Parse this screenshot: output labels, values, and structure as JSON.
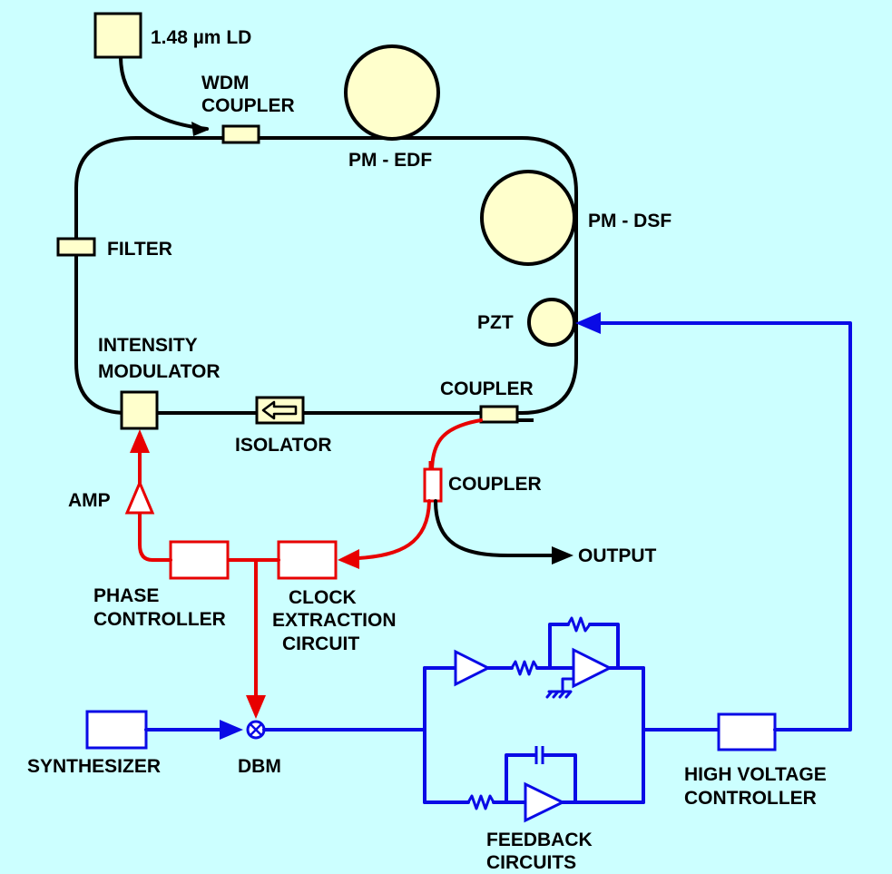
{
  "colors": {
    "background": "#CCFFFF",
    "fiber": "#000000",
    "electrical_rf": "#E80000",
    "feedback": "#0A0AE6",
    "component_fill": "#FFFFCC"
  },
  "labels": {
    "laser_diode": "1.48 µm LD",
    "wdm_coupler_line1": "WDM",
    "wdm_coupler_line2": "COUPLER",
    "pm_edf": "PM - EDF",
    "pm_dsf": "PM - DSF",
    "filter": "FILTER",
    "pzt": "PZT",
    "intensity_modulator_line1": "INTENSITY",
    "intensity_modulator_line2": "MODULATOR",
    "output_coupler": "COUPLER",
    "isolator": "ISOLATOR",
    "tap_coupler": "COUPLER",
    "amp": "AMP",
    "output": "OUTPUT",
    "phase_controller_line1": "PHASE",
    "phase_controller_line2": "CONTROLLER",
    "clock_extraction_line1": "CLOCK",
    "clock_extraction_line2": "EXTRACTION",
    "clock_extraction_line3": "CIRCUIT",
    "synthesizer": "SYNTHESIZER",
    "dbm": "DBM",
    "high_voltage_line1": "HIGH  VOLTAGE",
    "high_voltage_line2": "CONTROLLER",
    "feedback_line1": "FEEDBACK",
    "feedback_line2": "CIRCUITS"
  },
  "icons": {
    "isolator": "left-arrow-icon",
    "dbm": "mixer-x-icon",
    "amp": "triangle-amplifier-icon"
  }
}
